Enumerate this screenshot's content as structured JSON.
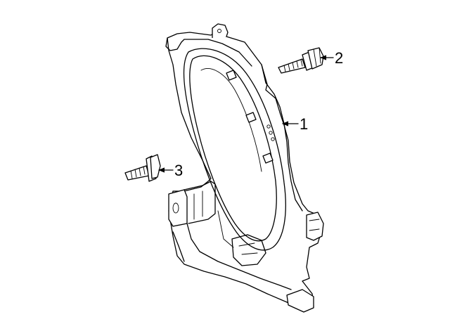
{
  "callouts": [
    {
      "number": "1",
      "part": "lamp-assembly"
    },
    {
      "number": "2",
      "part": "upper-bolt"
    },
    {
      "number": "3",
      "part": "lower-bolt"
    }
  ]
}
